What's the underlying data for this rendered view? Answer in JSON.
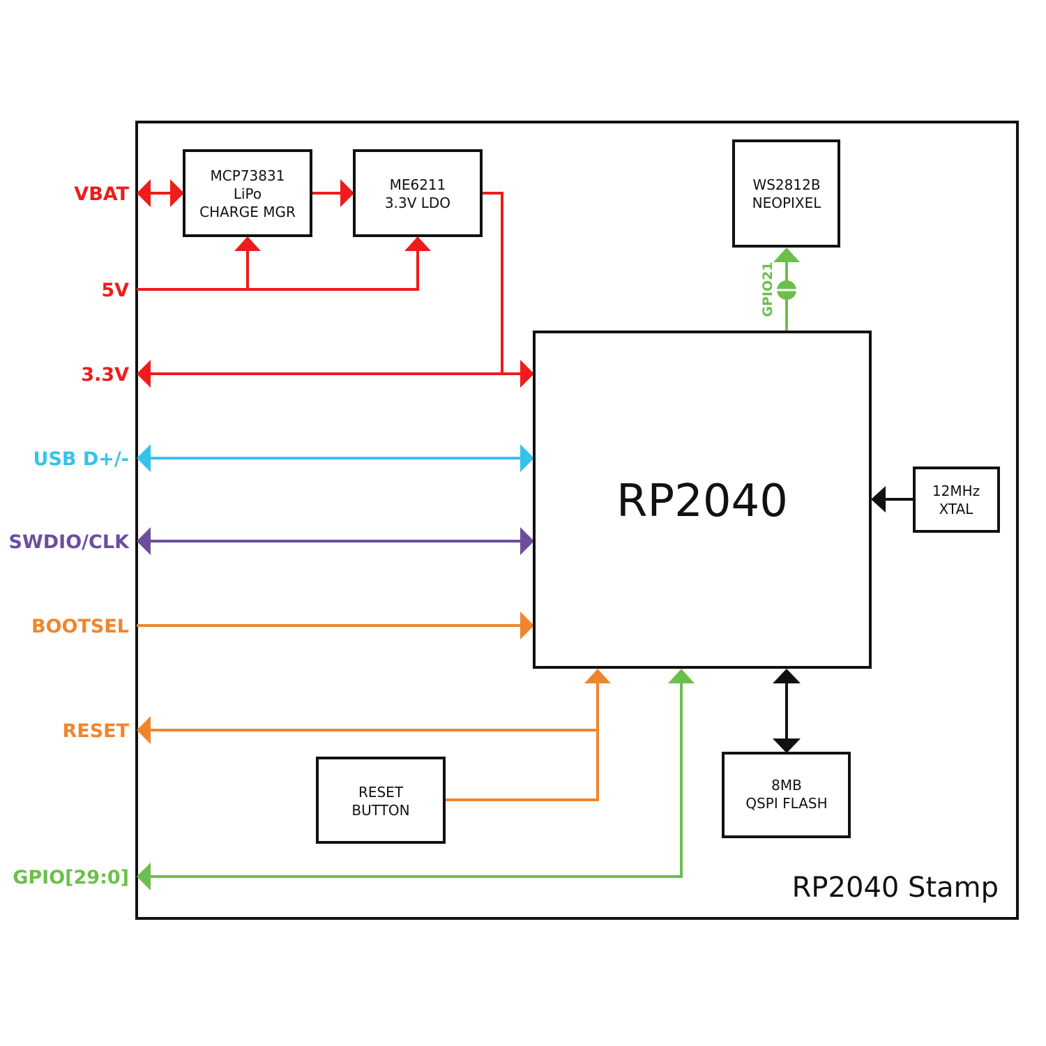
{
  "colors": {
    "power": "#ee1c1c",
    "usb": "#35c3ec",
    "swd": "#6a4f9e",
    "control": "#f0852d",
    "gpio": "#6cbf4a",
    "black": "#111111"
  },
  "board_title": "RP2040 Stamp",
  "chips": {
    "charger": [
      "MCP73831",
      "LiPo",
      "CHARGE MGR"
    ],
    "ldo": [
      "ME6211",
      "3.3V LDO"
    ],
    "neopixel": [
      "WS2812B",
      "NEOPIXEL"
    ],
    "mcu": "RP2040",
    "xtal": [
      "12MHz",
      "XTAL"
    ],
    "flash": [
      "8MB",
      "QSPI FLASH"
    ],
    "reset_button": [
      "RESET",
      "BUTTON"
    ]
  },
  "pins": {
    "vbat": "VBAT",
    "v5": "5V",
    "v33": "3.3V",
    "usb": "USB D+/-",
    "swd": "SWDIO/CLK",
    "bootsel": "BOOTSEL",
    "reset": "RESET",
    "gpio": "GPIO[29:0]"
  },
  "gpio21_label": "GPIO21"
}
